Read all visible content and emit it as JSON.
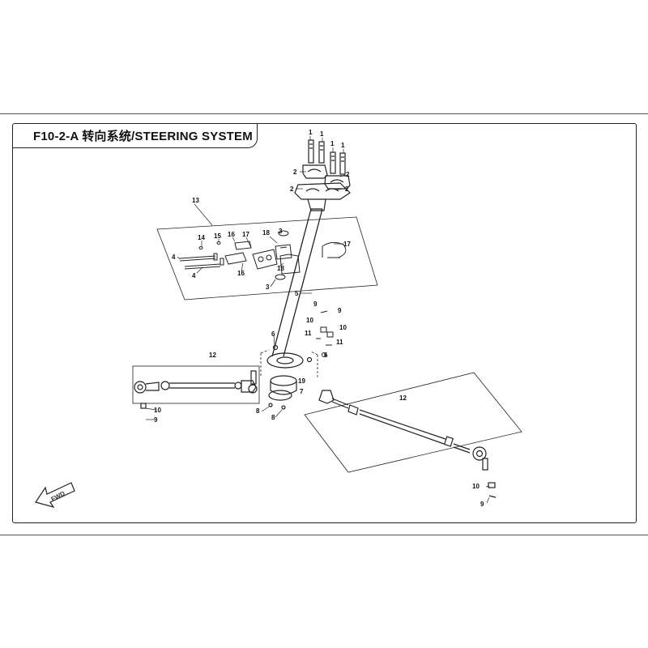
{
  "title": "F10-2-A  转向系统/STEERING SYSTEM",
  "fwd_label": "FWD",
  "callouts": [
    {
      "id": "c1a",
      "label": "1"
    },
    {
      "id": "c1b",
      "label": "1"
    },
    {
      "id": "c1c",
      "label": "1"
    },
    {
      "id": "c1d",
      "label": "1"
    },
    {
      "id": "c2a",
      "label": "2"
    },
    {
      "id": "c2b",
      "label": "2"
    },
    {
      "id": "c2c",
      "label": "2"
    },
    {
      "id": "c2d",
      "label": "2"
    },
    {
      "id": "c13",
      "label": "13"
    },
    {
      "id": "c3a",
      "label": "3"
    },
    {
      "id": "c3b",
      "label": "3"
    },
    {
      "id": "c14",
      "label": "14"
    },
    {
      "id": "c15",
      "label": "15"
    },
    {
      "id": "c16a",
      "label": "16"
    },
    {
      "id": "c16b",
      "label": "16"
    },
    {
      "id": "c17a",
      "label": "17"
    },
    {
      "id": "c17b",
      "label": "17"
    },
    {
      "id": "c18a",
      "label": "18"
    },
    {
      "id": "c18b",
      "label": "18"
    },
    {
      "id": "c4a",
      "label": "4"
    },
    {
      "id": "c4b",
      "label": "4"
    },
    {
      "id": "c5",
      "label": "5"
    },
    {
      "id": "c9a",
      "label": "9"
    },
    {
      "id": "c9b",
      "label": "9"
    },
    {
      "id": "c10a",
      "label": "10"
    },
    {
      "id": "c10b",
      "label": "10"
    },
    {
      "id": "c11a",
      "label": "11"
    },
    {
      "id": "c11b",
      "label": "11"
    },
    {
      "id": "c6a",
      "label": "6"
    },
    {
      "id": "c6b",
      "label": "6"
    },
    {
      "id": "c12a",
      "label": "12"
    },
    {
      "id": "c19",
      "label": "19"
    },
    {
      "id": "c7",
      "label": "7"
    },
    {
      "id": "c8a",
      "label": "8"
    },
    {
      "id": "c8b",
      "label": "8"
    },
    {
      "id": "c10c",
      "label": "10"
    },
    {
      "id": "c9c",
      "label": "9"
    },
    {
      "id": "c12b",
      "label": "12"
    },
    {
      "id": "c10d",
      "label": "10"
    },
    {
      "id": "c9d",
      "label": "9"
    }
  ]
}
